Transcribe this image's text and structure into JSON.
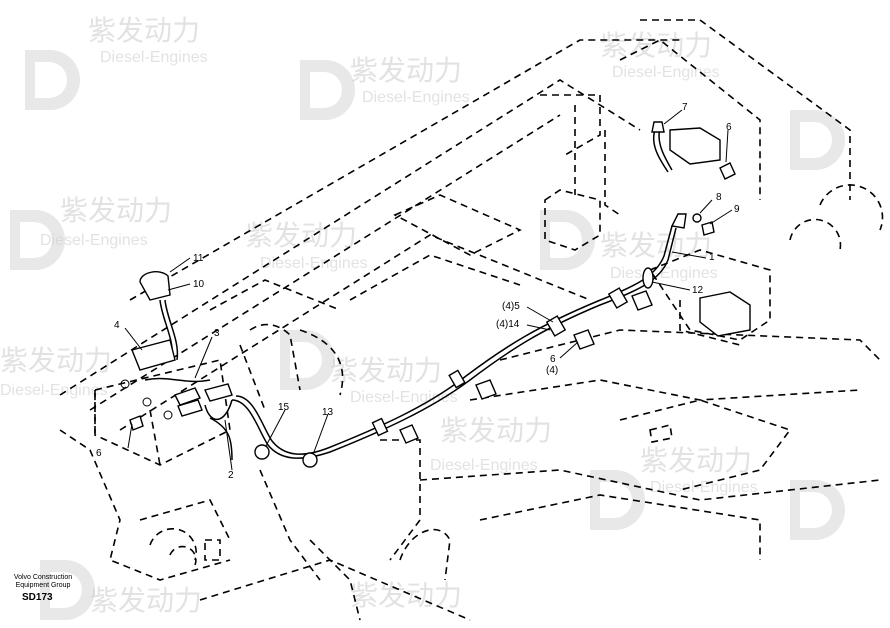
{
  "watermark": {
    "brand_cn": "紫发动力",
    "brand_en": "Diesel-Engines"
  },
  "callouts": {
    "c1": "1",
    "c2": "2",
    "c3": "3",
    "c4": "4",
    "c5": "(4)5",
    "c6a": "6",
    "c6b": "6",
    "c6c": "6",
    "c6qty": "(4)",
    "c7": "7",
    "c8": "8",
    "c9": "9",
    "c10": "10",
    "c11": "11",
    "c12": "12",
    "c13": "13",
    "c14": "(4)14",
    "c15": "15"
  },
  "footer": {
    "maker_line1": "Volvo Construction",
    "maker_line2": "Equipment Group",
    "drawing_code": "SD173"
  }
}
